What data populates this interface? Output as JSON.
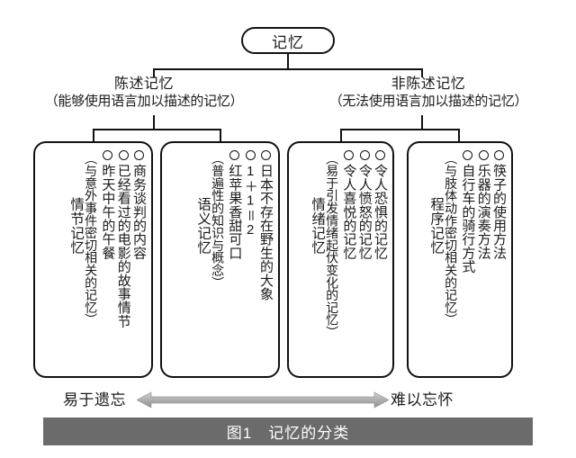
{
  "figure": {
    "root": {
      "label": "记忆"
    },
    "branches": [
      {
        "id": "declarative",
        "title": "陈述记忆",
        "subtitle": "（能够使用语言加以描述的记忆）"
      },
      {
        "id": "non-declarative",
        "title": "非陈述记忆",
        "subtitle": "（无法使用语言加以描述的记忆）"
      }
    ],
    "categories": [
      {
        "id": "episodic",
        "title": "情节记忆",
        "description": "（与意外事件密切相关的记忆）",
        "items": [
          "昨天中午的午餐",
          "已经看过的电影的故事情节",
          "商务谈判的内容"
        ]
      },
      {
        "id": "semantic",
        "title": "语义记忆",
        "description": "（普遍性的知识与概念）",
        "items": [
          "红苹果香甜可口",
          "1＋1＝2",
          "日本不存在野生的大象"
        ]
      },
      {
        "id": "emotional",
        "title": "情绪记忆",
        "description": "（易于引发情绪起伏变化的记忆）",
        "items": [
          "令人喜悦的记忆",
          "令人愤怒的记忆",
          "令人恐惧的记忆"
        ]
      },
      {
        "id": "procedural",
        "title": "程序记忆",
        "description": "（与肢体动作密切相关的记忆）",
        "items": [
          "自行车的骑行方式",
          "乐器的演奏方法",
          "筷子的使用方法"
        ]
      }
    ],
    "scale": {
      "left_label": "易于遗忘",
      "right_label": "难以忘怀",
      "arrow_color": "#a8a8a8"
    },
    "caption": "图1　记忆的分类",
    "caption_bar_color": "#6b6b6b"
  }
}
